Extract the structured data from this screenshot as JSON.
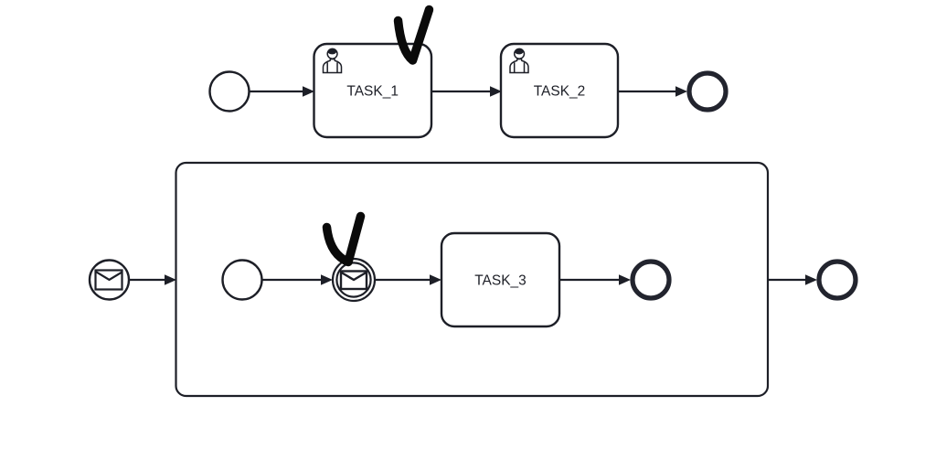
{
  "diagram": {
    "type": "BPMN process diagram",
    "colors": {
      "background": "#ffffff",
      "stroke": "#1d1f27",
      "annotation": "#0a0a0a",
      "shape_fill": "#ffffff"
    },
    "top_row": {
      "start_event": {
        "kind": "start-event"
      },
      "task1": {
        "label": "TASK_1",
        "icon": "user-icon",
        "annotated": true
      },
      "task2": {
        "label": "TASK_2",
        "icon": "user-icon"
      },
      "end_event": {
        "kind": "end-event"
      }
    },
    "bottom_row": {
      "message_start_event": {
        "kind": "message-start-event",
        "icon": "envelope-icon"
      },
      "subprocess": {
        "kind": "expanded-subprocess",
        "start_event": {
          "kind": "start-event"
        },
        "message_catch_event": {
          "kind": "message-intermediate-catch-event",
          "icon": "envelope-icon",
          "annotated": true
        },
        "task3": {
          "label": "TASK_3"
        },
        "end_event": {
          "kind": "end-event"
        }
      },
      "end_event": {
        "kind": "end-event"
      }
    },
    "annotations": {
      "checkmark1": "hand-drawn checkmark over TASK_1",
      "checkmark2": "hand-drawn checkmark over message catch event"
    }
  }
}
